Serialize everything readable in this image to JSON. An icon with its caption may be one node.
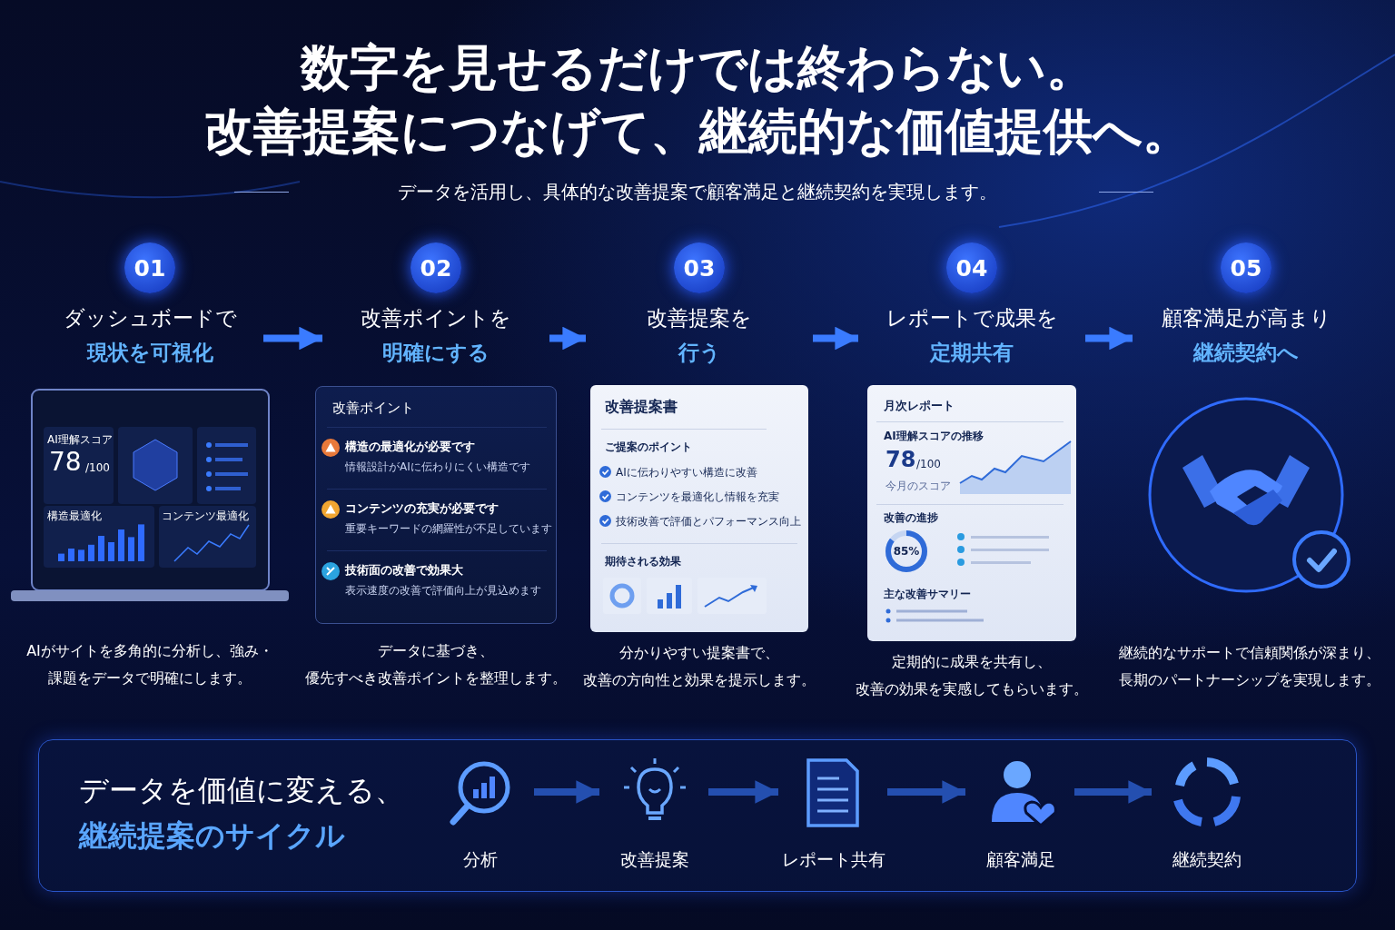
{
  "diagram": {
    "title": "数字を見せるだけでは終わらない。改善提案につなげて、継続的な価値提供へ。",
    "nodes": [
      {
        "text": [
          "01"
        ]
      },
      {
        "text": [
          "ダッシュボードで",
          "現状を可視化"
        ]
      },
      {
        "text": [
          "AI理解スコア",
          "78",
          "/100",
          "構造最適化",
          "コンテンツ最適化"
        ],
        "beside": [
          "AIがサイトを多角的に分析し、強み・課題をデータで明確にします。"
        ]
      },
      {
        "text": [
          "02"
        ]
      },
      {
        "text": [
          "改善ポイントを",
          "明確にする"
        ]
      },
      {
        "text": [
          "改善ポイント",
          "構造の最適化が必要です",
          "情報設計がAIに伝わりにくい構造です",
          "コンテンツの充実が必要です",
          "重要キーワードの網羅性が不足しています",
          "技術面の改善で効果大",
          "表示速度の改善で評価向上が見込めます"
        ],
        "beside": [
          "データに基づき、優先すべき改善ポイントを整理します。"
        ]
      },
      {
        "text": [
          "03"
        ]
      },
      {
        "text": [
          "改善提案を",
          "行う"
        ]
      },
      {
        "text": [
          "改善提案書",
          "ご提案のポイント",
          "AIに伝わりやすい構造に改善",
          "コンテンツを最適化し情報を充実",
          "技術改善で評価とパフォーマンス向上",
          "期待される効果"
        ],
        "beside": [
          "分かりやすい提案書で、改善の方向性と効果を提示します。"
        ]
      },
      {
        "text": [
          "04"
        ]
      },
      {
        "text": [
          "レポートで成果を",
          "定期共有"
        ]
      },
      {
        "text": [
          "月次レポート",
          "AI理解スコアの推移",
          "78",
          "/100",
          "今月のスコア",
          "改善の進捗",
          "85%",
          "主な改善サマリー"
        ],
        "beside": [
          "定期的に成果を共有し、改善の効果を実感してもらいます。"
        ]
      },
      {
        "text": [
          "05"
        ]
      },
      {
        "text": [
          "顧客満足が高まり",
          "継続契約へ"
        ]
      },
      {
        "text": [],
        "shape": "picture",
        "beside": [
          "継続的なサポートで信頼関係が深まり、長期のパートナーシップを実現します。"
        ]
      },
      {
        "text": [
          "データを価値に変える、",
          "継続提案のサイクル"
        ]
      },
      {
        "text": [
          "分析"
        ],
        "in": 15
      },
      {
        "text": [
          "改善提案"
        ],
        "in": 15
      },
      {
        "text": [
          "レポート共有"
        ],
        "in": 15
      },
      {
        "text": [
          "顧客満足"
        ],
        "in": 15
      },
      {
        "text": [
          "継続契約"
        ],
        "in": 15
      }
    ],
    "edges": [
      {
        "from": 1,
        "to": 4,
        "arrow": "to"
      },
      {
        "from": 4,
        "to": 7,
        "arrow": "to"
      },
      {
        "from": 7,
        "to": 10,
        "arrow": "to"
      },
      {
        "from": 10,
        "to": 13,
        "arrow": "to"
      },
      {
        "from": 16,
        "to": 17,
        "arrow": "to"
      },
      {
        "from": 17,
        "to": 18,
        "arrow": "to"
      },
      {
        "from": 18,
        "to": 19,
        "arrow": "to"
      },
      {
        "from": 19,
        "to": 20,
        "arrow": "to"
      }
    ],
    "labels": [
      "データを活用し、具体的な改善提案で顧客満足と継続契約を実現します。"
    ]
  }
}
